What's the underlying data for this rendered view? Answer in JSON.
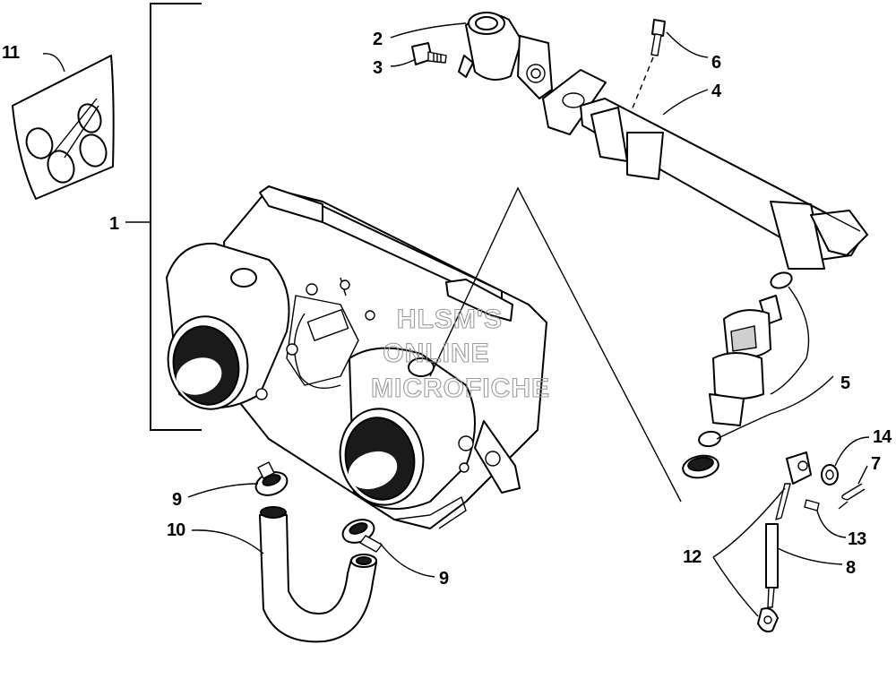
{
  "callouts": {
    "c1": "1",
    "c2": "2",
    "c3": "3",
    "c4": "4",
    "c5": "5",
    "c6": "6",
    "c7": "7",
    "c8": "8",
    "c9a": "9",
    "c9b": "9",
    "c10": "10",
    "c11": "11",
    "c12": "12",
    "c13": "13",
    "c14": "14"
  },
  "watermark": {
    "line1": "HLSM'S",
    "line2": "ONLINE",
    "line3": "MICROFICHE"
  }
}
